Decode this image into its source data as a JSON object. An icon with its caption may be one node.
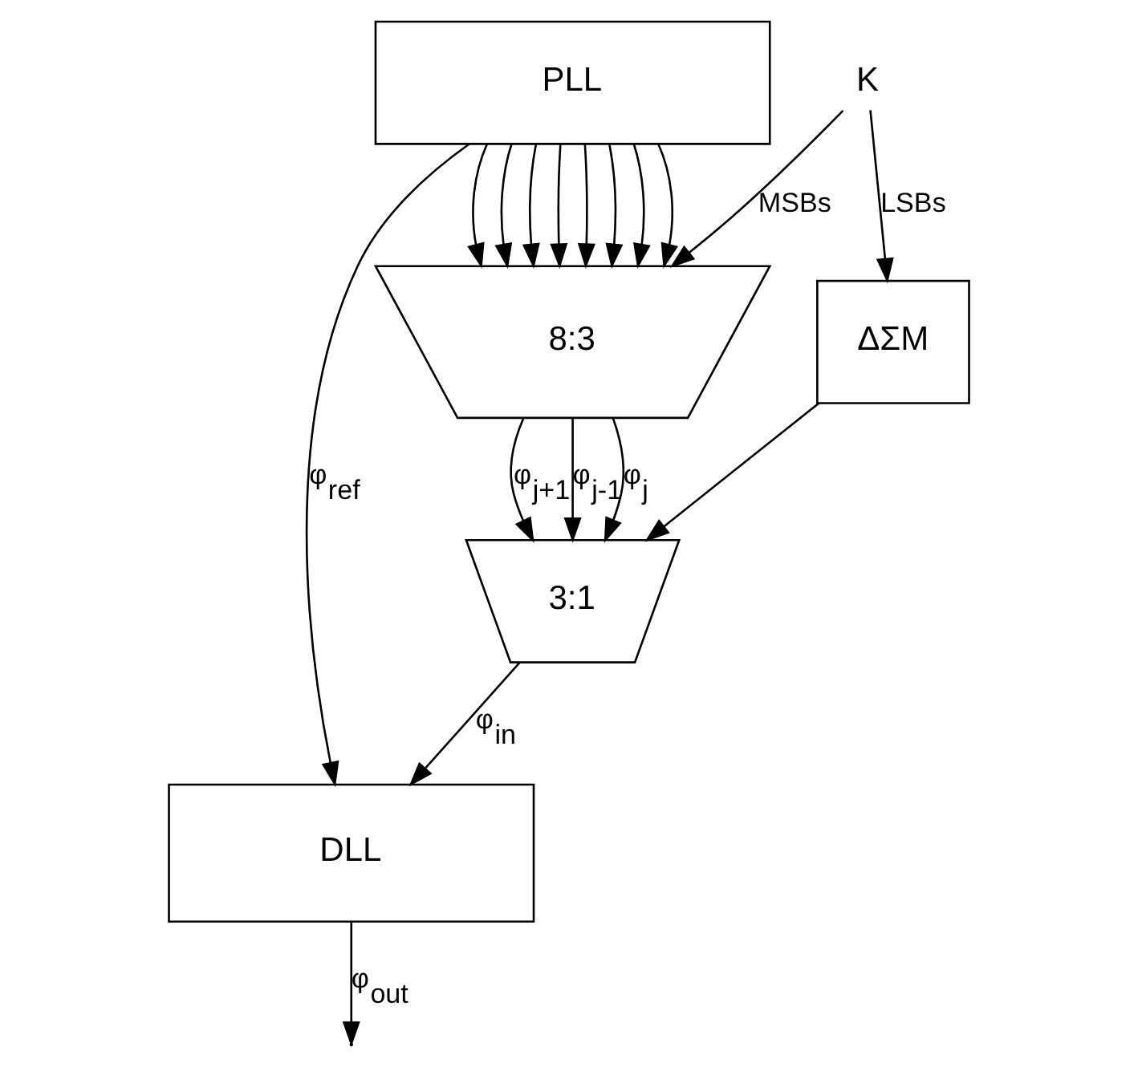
{
  "diagram": {
    "nodes": [
      {
        "text": [
          "PLL"
        ]
      },
      {
        "text": [
          "8:3"
        ]
      },
      {
        "text": [
          "3:1"
        ]
      },
      {
        "text": [
          "ΔΣM"
        ]
      },
      {
        "text": [
          "DLL"
        ]
      },
      {
        "text": [
          "K"
        ]
      }
    ],
    "edges": [
      {
        "from": 0,
        "to": 1,
        "arrow": "to"
      },
      {
        "from": 0,
        "to": 1,
        "arrow": "to"
      },
      {
        "from": 0,
        "to": 1,
        "arrow": "to"
      },
      {
        "from": 0,
        "to": 1,
        "arrow": "to"
      },
      {
        "from": 0,
        "to": 1,
        "arrow": "to"
      },
      {
        "from": 0,
        "to": 1,
        "arrow": "to"
      },
      {
        "from": 0,
        "to": 1,
        "arrow": "to"
      },
      {
        "from": 0,
        "to": 1,
        "arrow": "to"
      },
      {
        "from": 0,
        "to": 4,
        "arrow": "to",
        "label": "φ$_{ref}$"
      },
      {
        "from": 5,
        "to": 1,
        "arrow": "to",
        "label": "MSBs"
      },
      {
        "from": 5,
        "to": 3,
        "arrow": "to",
        "label": "LSBs"
      },
      {
        "from": 1,
        "to": 2,
        "arrow": "to",
        "label": "φ$_{j-1}$"
      },
      {
        "from": 1,
        "to": 2,
        "arrow": "to",
        "label": "φ$_{j}$"
      },
      {
        "from": 1,
        "to": 2,
        "arrow": "to",
        "label": "φ$_{j+1}$"
      },
      {
        "from": 3,
        "to": 2,
        "arrow": "to"
      },
      {
        "from": 2,
        "to": 4,
        "arrow": "to",
        "label": "φ$_{in}$"
      },
      {
        "from": 4,
        "to": null,
        "arrow": "to",
        "label": "φ$_{out}$"
      }
    ]
  }
}
